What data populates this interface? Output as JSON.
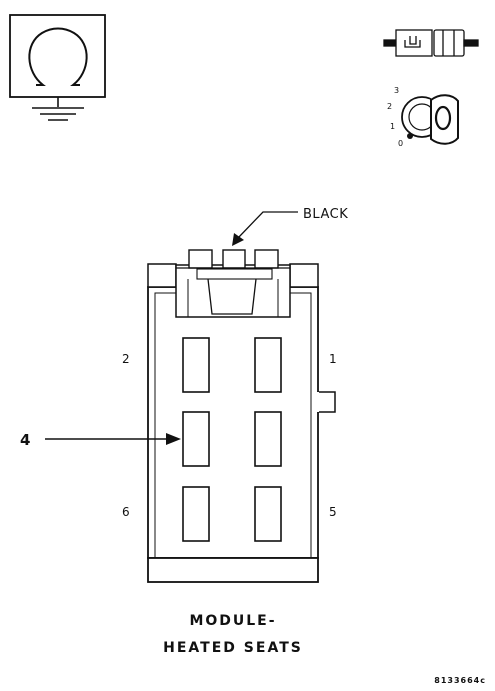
{
  "connector": {
    "color_label": "BLACK",
    "callout_number": "4",
    "pins": [
      {
        "number": "1"
      },
      {
        "number": "2"
      },
      {
        "number": "5"
      },
      {
        "number": "6"
      }
    ]
  },
  "title": {
    "line1": "MODULE-",
    "line2": "HEATED SEATS"
  },
  "figure_id": "8133664c",
  "ignition_key": {
    "positions": [
      "3",
      "2",
      "1",
      "0"
    ]
  },
  "icons": {
    "ground": "ground-symbol-icon",
    "connector": "connector-icon",
    "ignition": "ignition-key-icon"
  },
  "colors": {
    "line": "#111111",
    "background": "#ffffff"
  }
}
